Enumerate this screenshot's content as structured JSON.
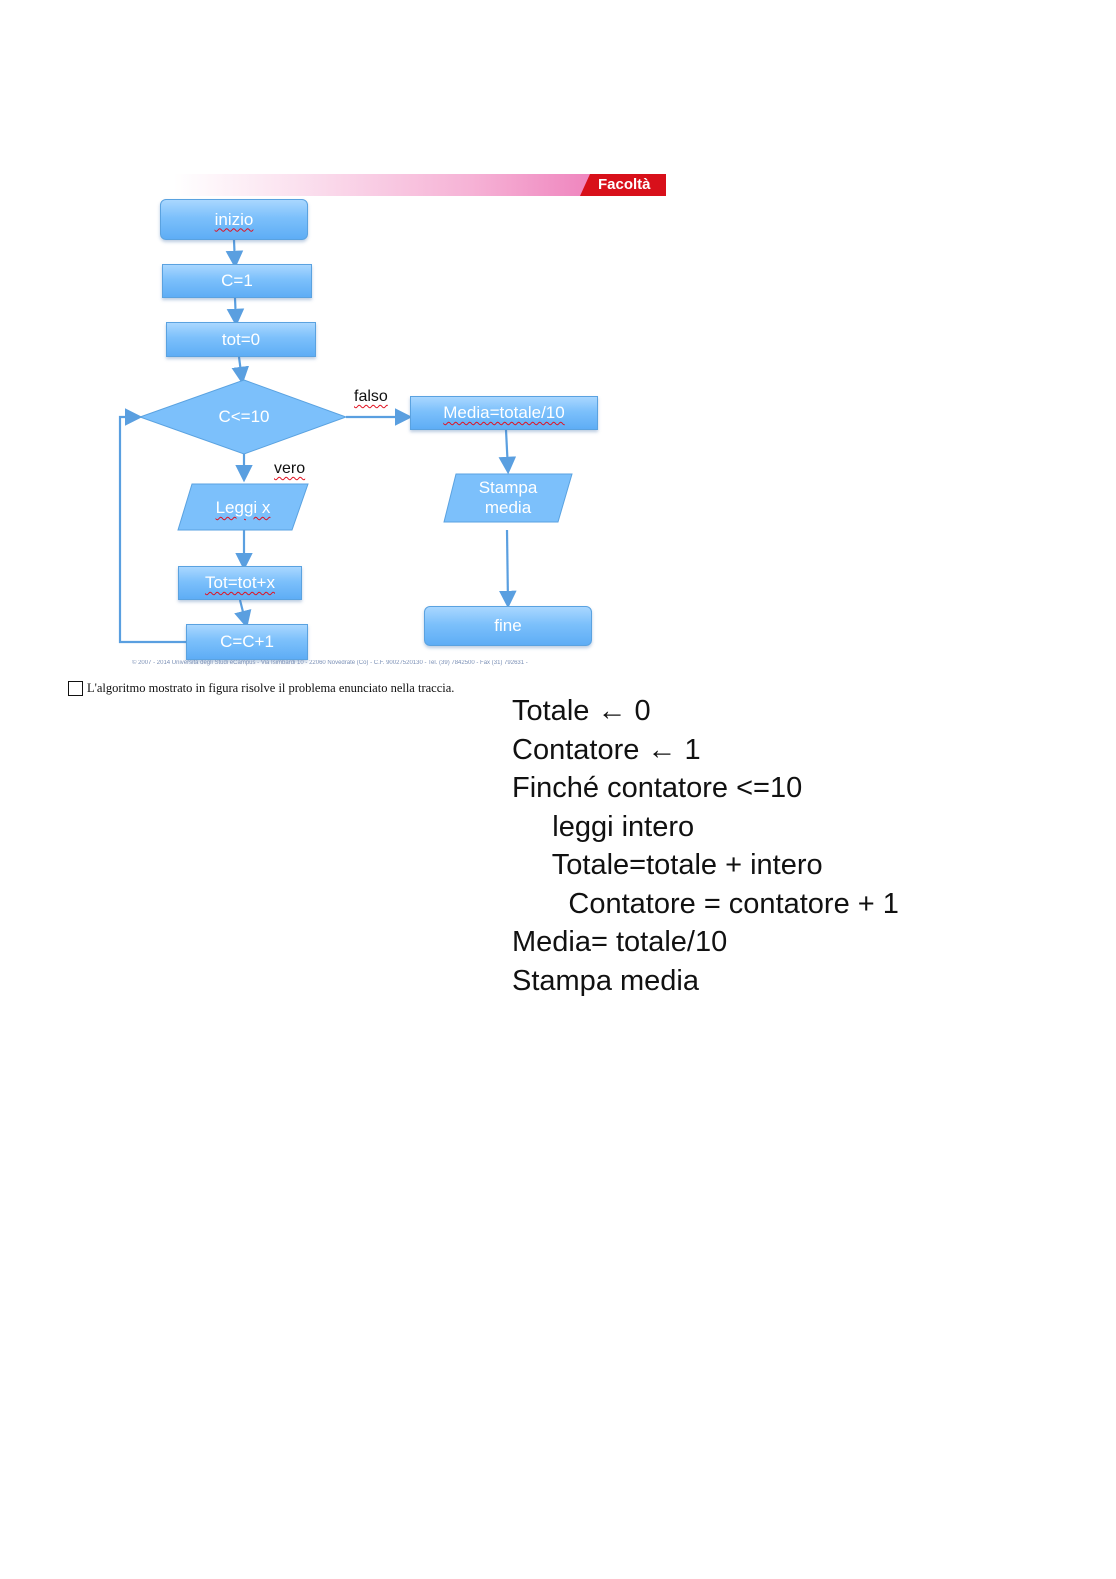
{
  "slide": {
    "header_tag": "Facoltà",
    "footer": "© 2007 - 2014 Università degli Studi eCampus - Via Isimbardi 10 - 22060 Novedrate (Co) - C.F. 90027520130 - Tel. (39) 7842500 - Fax (31) 792631 -",
    "colors": {
      "box_fill": "#7cc0fb",
      "box_border": "#5aa2e0",
      "arrow": "#5a9fe0",
      "header_accent": "#d8101a"
    }
  },
  "flowchart": {
    "start": "inizio",
    "init_c": "C=1",
    "init_tot": "tot=0",
    "condition": "C<=10",
    "false_label": "falso",
    "true_label": "vero",
    "read": "Leggi x",
    "accumulate": "Tot=tot+x",
    "increment": "C=C+1",
    "average": "Media=totale/10",
    "print_line1": "Stampa",
    "print_line2": "media",
    "end": "fine"
  },
  "question": {
    "checked": false,
    "text": "L'algoritmo mostrato in figura risolve il problema enunciato nella traccia."
  },
  "pseudocode": {
    "lines": [
      "Totale ← 0",
      "Contatore ← 1",
      "Finché contatore <=10",
      "     leggi intero",
      "     Totale=totale + intero",
      "       Contatore = contatore + 1",
      "Media= totale/10",
      "Stampa media"
    ]
  }
}
